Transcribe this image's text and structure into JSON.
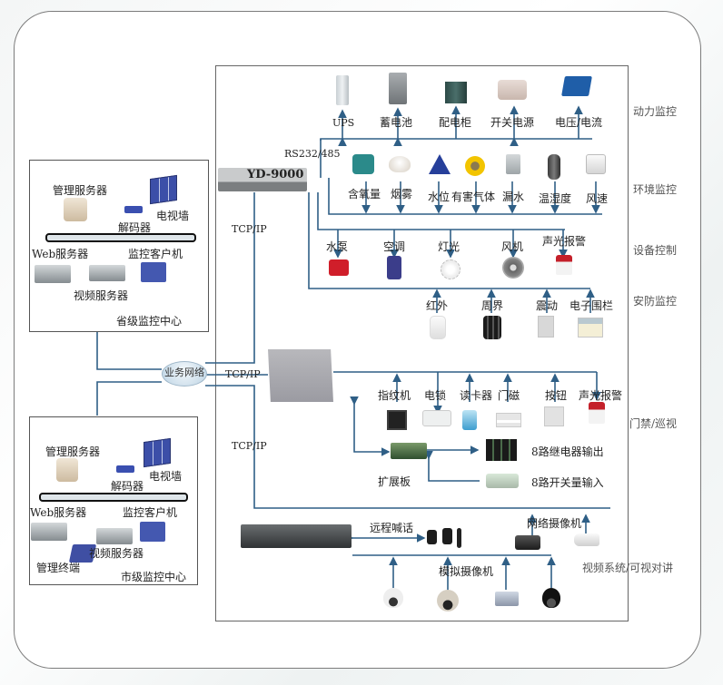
{
  "diagram": {
    "main_controller": "YD-9000",
    "protocols": {
      "rs": "RS232/485",
      "tcp_1": "TCP/IP",
      "tcp_2": "TCP/IP",
      "tcp_3": "TCP/IP"
    },
    "network_cloud": "业务网络",
    "categories": {
      "power": "动力监控",
      "environment": "环境监控",
      "equipment": "设备控制",
      "security": "安防监控",
      "access": "门禁/巡视",
      "video": "视频系统/可视对讲"
    },
    "power_devices": [
      "UPS",
      "蓄电池",
      "配电柜",
      "开关电源",
      "电压/电流"
    ],
    "environment_devices": [
      "含氧量",
      "烟雾",
      "水位",
      "有害气体",
      "漏水",
      "温湿度",
      "风速"
    ],
    "equipment_devices": [
      "水泵",
      "空调",
      "灯光",
      "风机",
      "声光报警"
    ],
    "security_devices": [
      "红外",
      "周界",
      "震动",
      "电子围栏"
    ],
    "access_devices": [
      "指纹机",
      "电锁",
      "读卡器",
      "门磁",
      "按钮",
      "声光报警"
    ],
    "expansion": {
      "board": "扩展板",
      "relay_output": "8路继电器输出",
      "switch_input": "8路开关量输入"
    },
    "video": {
      "remote_talk": "远程喊话",
      "network_camera": "网络摄像机",
      "analog_camera": "模拟摄像机"
    },
    "provincial_center": {
      "title": "省级监控中心",
      "management_server": "管理服务器",
      "tv_wall": "电视墙",
      "decoder": "解码器",
      "web_server": "Web服务器",
      "monitor_client": "监控客户机",
      "video_server": "视频服务器"
    },
    "city_center": {
      "title": "市级监控中心",
      "management_server": "管理服务器",
      "tv_wall": "电视墙",
      "decoder": "解码器",
      "web_server": "Web服务器",
      "monitor_client": "监控客户机",
      "video_server": "视频服务器",
      "management_terminal": "管理终端"
    }
  }
}
